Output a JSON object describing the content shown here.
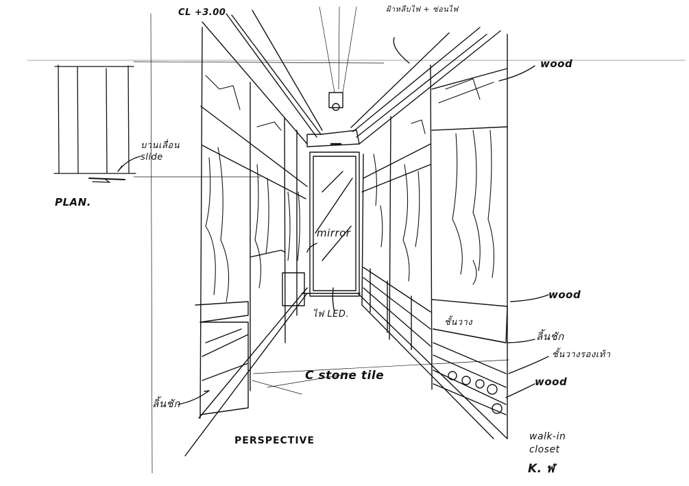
{
  "annotations": {
    "ceiling_height": "CL +3.00",
    "ceiling_light": "ฝ้าหลืบไฟ + ซ่อนไฟ",
    "wood_top": "wood",
    "wood_middle": "wood",
    "wood_lower": "wood",
    "sliding_door": "บานเลื่อน\nslide",
    "mirror": "mirror",
    "led": "ไฟ LED.",
    "stone_tile": "C stone tile",
    "drawer_right": "ลิ้นชัก",
    "drawer_left": "ลิ้นชัก",
    "shoe_rack": "ชั้นวางรองเท้า",
    "shelf": "ชั้นวาง"
  },
  "labels": {
    "plan": "PLAN.",
    "perspective": "PERSPECTIVE",
    "walk_in_closet": "walk-in\ncloset",
    "page_code": "K. ฬ"
  }
}
